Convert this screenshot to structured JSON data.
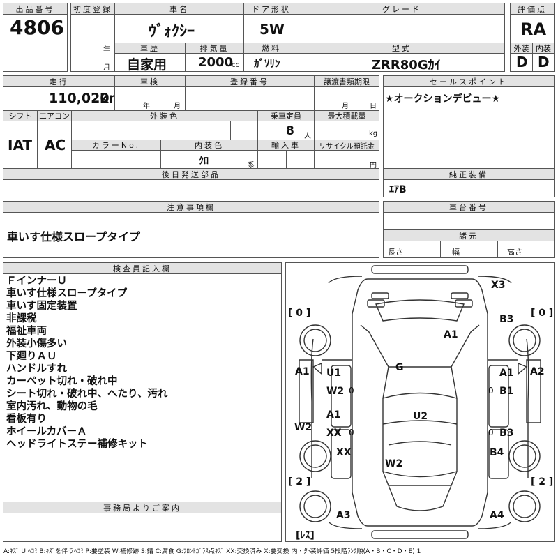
{
  "header": {
    "lot_no_label": "出品番号",
    "lot_no": "4806",
    "first_reg_label": "初度登録",
    "year_unit": "年",
    "month_unit": "月",
    "car_name_label": "車名",
    "car_name": "ｳﾞｫｸｼｰ",
    "door_label": "ドア形状",
    "door": "5W",
    "grade_label": "グレード",
    "grade": "",
    "score_label": "評価点",
    "score": "RA",
    "history_label": "車歴",
    "history": "自家用",
    "displacement_label": "排気量",
    "displacement": "2000",
    "displacement_unit": "cc",
    "fuel_label": "燃料",
    "fuel": "ｶﾞｿﾘﾝ",
    "model_label": "型式",
    "model": "ZRR80Gｶｲ",
    "exterior_label": "外装",
    "exterior": "D",
    "interior_label": "内装",
    "interior": "D"
  },
  "row2": {
    "mileage_label": "走行",
    "mileage": "110,020",
    "mileage_unit": "km",
    "inspection_label": "車検",
    "year_unit": "年",
    "month_unit": "月",
    "reg_no_label": "登録番号",
    "transfer_label": "譲渡書類期限",
    "day_unit": "日",
    "sales_point_label": "セールスポイント",
    "sales_point": "★オークションデビュー★"
  },
  "row3": {
    "shift_label": "シフト",
    "shift": "IAT",
    "ac_label": "エアコン",
    "ac": "AC",
    "color_label": "外装色",
    "capacity_label": "乗車定員",
    "capacity": "8",
    "capacity_unit": "人",
    "load_label": "最大積載量",
    "load_unit": "kg",
    "color_no_label": "カラーNo.",
    "interior_color_label": "内装色",
    "interior_color": "ｸﾛ",
    "interior_color_unit": "系",
    "import_label": "輸入車",
    "recycle_label": "リサイクル預託金",
    "recycle_unit": "円"
  },
  "parts": {
    "later_label": "後日発送部品",
    "genuine_label": "純正装備",
    "genuine": "ｴｱB"
  },
  "notes": {
    "caution_label": "注意事項欄",
    "caution": "車いす仕様スロープタイプ",
    "chassis_label": "車台番号",
    "dims_label": "諸元",
    "length_label": "長さ",
    "width_label": "幅",
    "height_label": "高さ"
  },
  "inspector": {
    "label": "検査員記入欄",
    "lines": [
      "ＦインナーＵ",
      "車いす仕様スロープタイプ",
      "車いす固定装置",
      "非課税",
      "福祉車両",
      "外装小傷多い",
      "下廻りＡＵ",
      "ハンドルすれ",
      "カーペット切れ・破れ中",
      "シート切れ・破れ中、へたり、汚れ",
      "室内汚れ、動物の毛",
      "看板有り",
      "ホイールカバーＡ",
      "ヘッドライトステー補修キット"
    ]
  },
  "office": {
    "label": "事務局よりご案内"
  },
  "diagram": {
    "tire_fl": "[ 0 ]",
    "tire_fr": "[ 0 ]",
    "tire_rl": "[ 2 ]",
    "tire_rr": "[ 2 ]",
    "spare": "[ﾚｽ]",
    "marks": {
      "x3": "X3",
      "b3_top": "B3",
      "a1_hood": "A1",
      "g": "G",
      "a1_left": "A1",
      "a2_right": "A2",
      "u1": "U1",
      "w2_left_front": "W2",
      "a1_right_front": "A1",
      "b1_right_front": "B1",
      "w2_left_mid": "W2",
      "a1_left_rear": "A1",
      "xx_left_rear": "XX",
      "u2": "U2",
      "b3_right": "B3",
      "xx_left_lower": "XX",
      "b4_right": "B4",
      "w2_bottom": "W2",
      "a3": "A3",
      "a4": "A4",
      "zero1": "0",
      "zero2": "0",
      "zero3": "0",
      "zero4": "0"
    }
  },
  "legend": "A:ｷｽﾞ U:ﾍｺﾐ B:ｷｽﾞを伴うﾍｺﾐ P:要塗装 W:補修跡 S:錆 C:腐食 G:ﾌﾛﾝﾄｶﾞﾗｽ点ｷｽﾞ XX:交換済み X:要交換 内・外装評価 5段階ﾗﾝｸ順(A・B・C・D・E) 1"
}
